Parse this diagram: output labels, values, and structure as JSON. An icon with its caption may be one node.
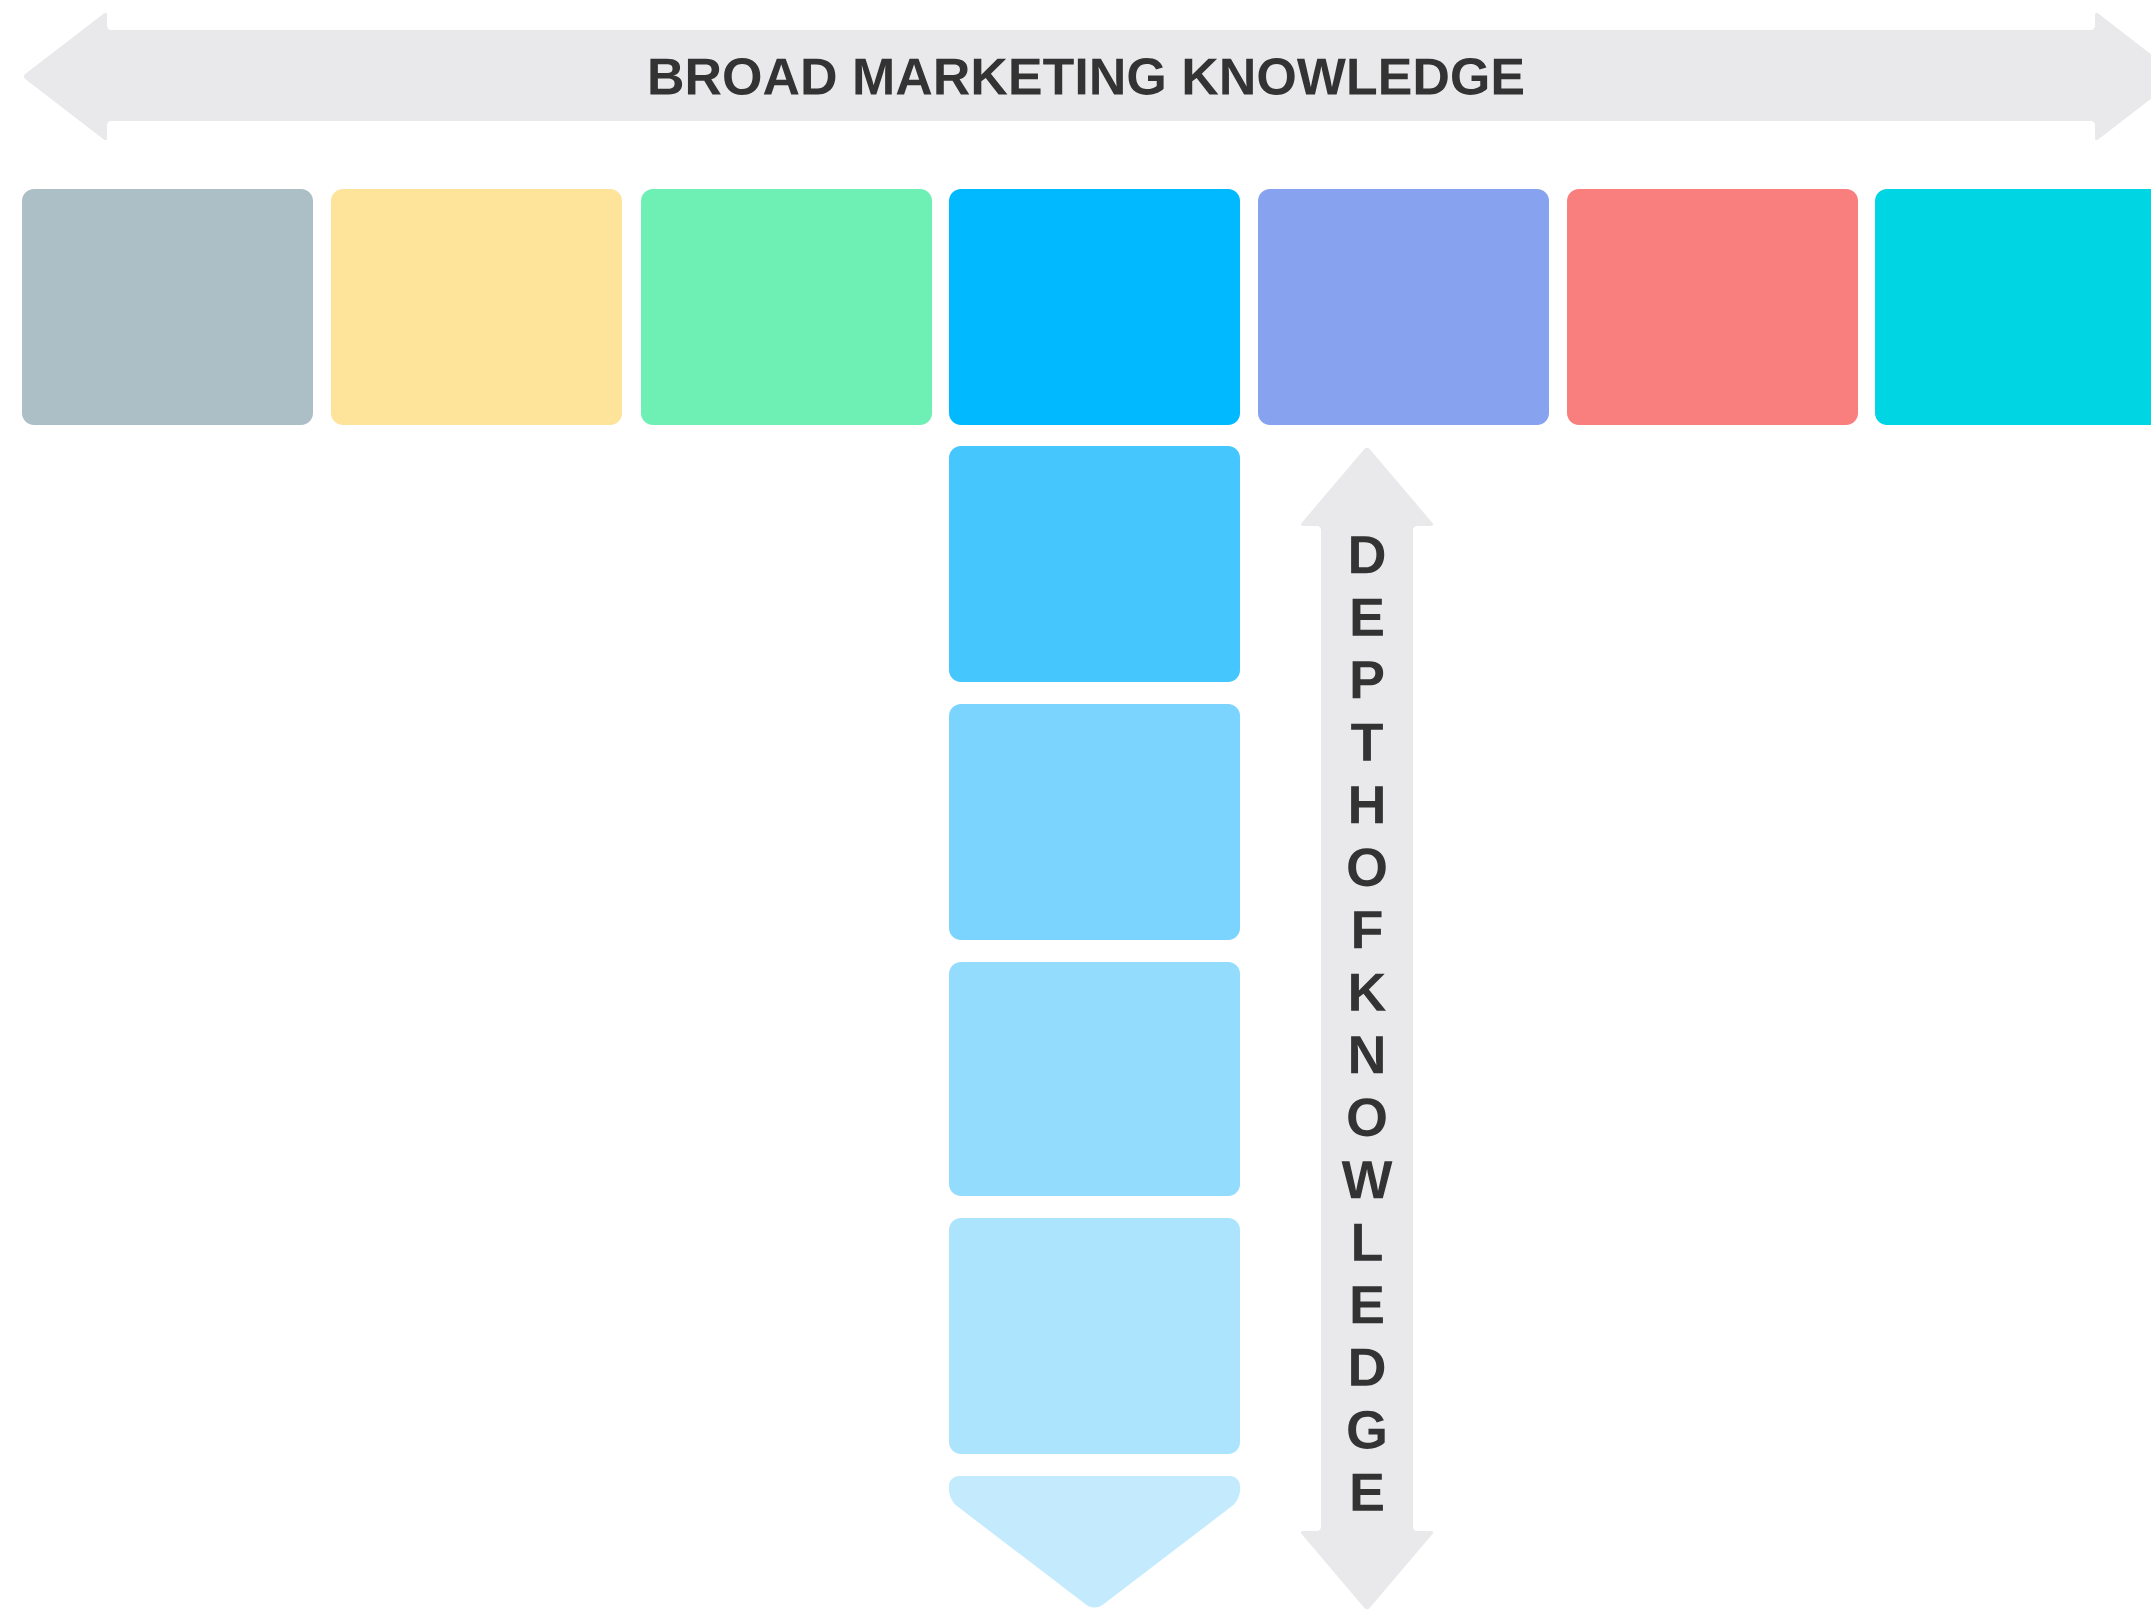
{
  "diagram": {
    "nodes": [
      {
        "text": [
          "BROAD MARKETING KNOWLEDGE"
        ]
      },
      {
        "text": [],
        "shape": "box"
      },
      {
        "text": [],
        "shape": "box"
      },
      {
        "text": [],
        "shape": "box"
      },
      {
        "text": [],
        "shape": "box"
      },
      {
        "text": [],
        "shape": "box"
      },
      {
        "text": [],
        "shape": "box"
      },
      {
        "text": [],
        "shape": "box"
      },
      {
        "text": [],
        "shape": "box"
      },
      {
        "text": [],
        "shape": "box"
      },
      {
        "text": [],
        "shape": "box"
      },
      {
        "text": [],
        "shape": "box"
      },
      {
        "text": [],
        "shape": "chevron"
      },
      {
        "text": [
          "DEPTH OF KNOWLEDGE"
        ]
      }
    ]
  }
}
